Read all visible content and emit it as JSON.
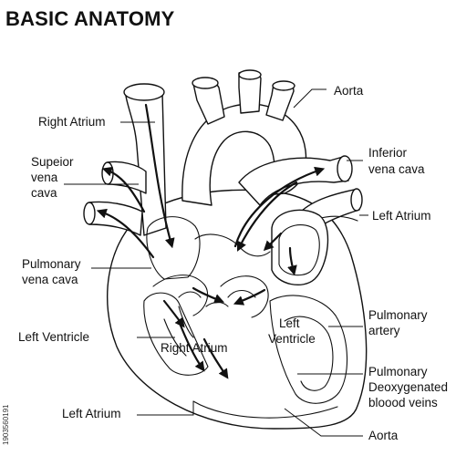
{
  "title": "BASIC ANATOMY",
  "side_id": "1903560191",
  "labels": {
    "aorta_top": "Aorta",
    "right_atrium_top": "Right Atrium",
    "inferior_vena_cava_1": "Inferior",
    "inferior_vena_cava_2": "vena cava",
    "superior_vena_cava_1": "Supeior",
    "superior_vena_cava_2": "vena",
    "superior_vena_cava_3": "cava",
    "left_atrium_right": "Left Atrium",
    "pulmonary_vena_cava_1": "Pulmonary",
    "pulmonary_vena_cava_2": "vena cava",
    "left_ventricle_inner_1": "Left",
    "left_ventricle_inner_2": "Ventricle",
    "pulmonary_artery_1": "Pulmonary",
    "pulmonary_artery_2": "artery",
    "left_ventricle_left": "Left Ventricle",
    "right_atrium_inner": "Right Atrium",
    "pulmonary_deoxygenated_1": "Pulmonary",
    "pulmonary_deoxygenated_2": "Deoxygenated",
    "pulmonary_deoxygenated_3": "bloood veins",
    "left_atrium_bottom": "Left Atrium",
    "aorta_bottom": "Aorta"
  },
  "colors": {
    "ink": "#111111",
    "background": "#ffffff"
  }
}
